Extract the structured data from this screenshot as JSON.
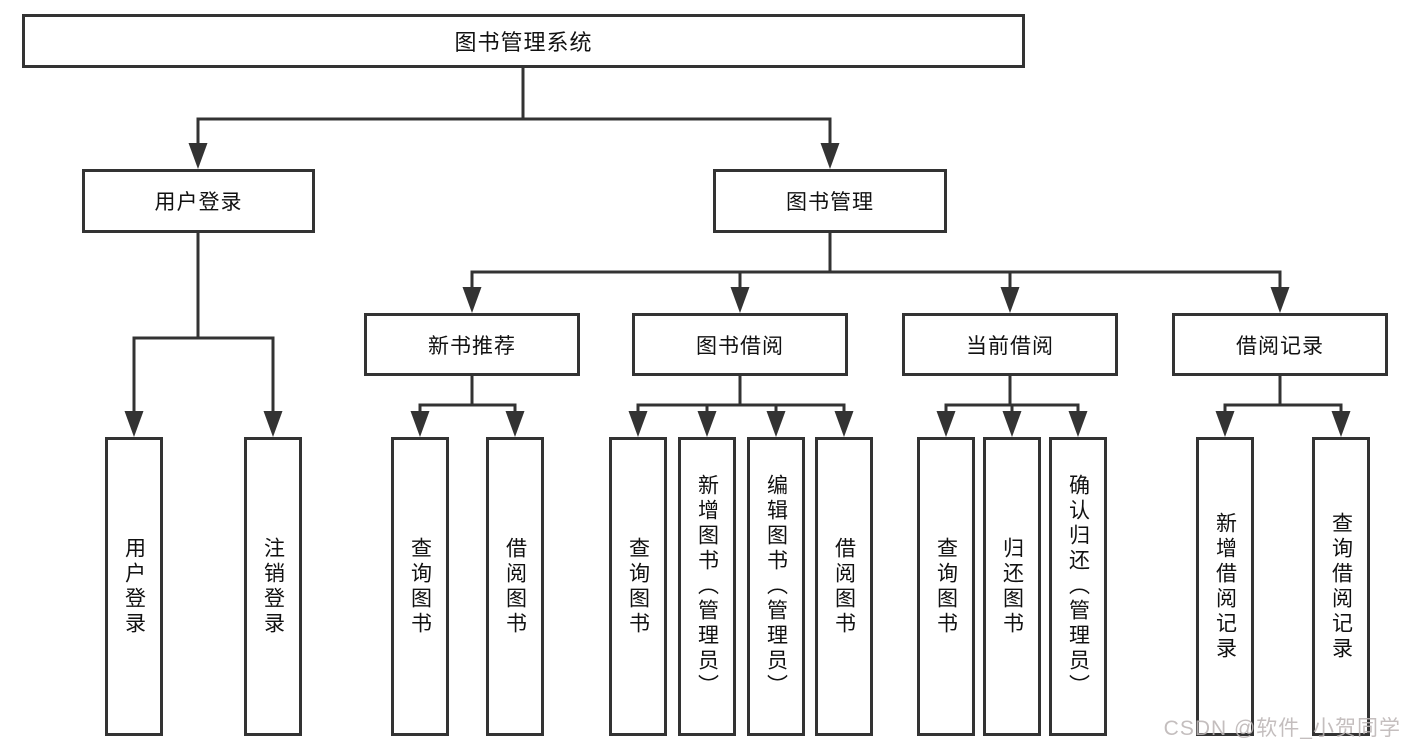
{
  "tree": {
    "label": "图书管理系统",
    "children": [
      {
        "label": "用户登录",
        "children": [
          {
            "label": "用户登录"
          },
          {
            "label": "注销登录"
          }
        ]
      },
      {
        "label": "图书管理",
        "children": [
          {
            "label": "新书推荐",
            "children": [
              {
                "label": "查询图书"
              },
              {
                "label": "借阅图书"
              }
            ]
          },
          {
            "label": "图书借阅",
            "children": [
              {
                "label": "查询图书"
              },
              {
                "label": "新增图书（管理员）"
              },
              {
                "label": "编辑图书（管理员）"
              },
              {
                "label": "借阅图书"
              }
            ]
          },
          {
            "label": "当前借阅",
            "children": [
              {
                "label": "查询图书"
              },
              {
                "label": "归还图书"
              },
              {
                "label": "确认归还（管理员）"
              }
            ]
          },
          {
            "label": "借阅记录",
            "children": [
              {
                "label": "新增借阅记录"
              },
              {
                "label": "查询借阅记录"
              }
            ]
          }
        ]
      }
    ]
  },
  "watermark": {
    "text": "CSDN @软件_小贺同学"
  },
  "colors": {
    "line": "#333333",
    "text": "#111111",
    "box_fill": "#ffffff",
    "watermark": "#bcb6b6"
  }
}
